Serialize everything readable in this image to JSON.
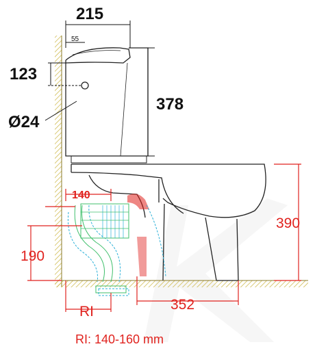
{
  "dimensions": {
    "tank_width": "215",
    "lid_offset": "55",
    "inlet_height": "123",
    "inlet_diameter": "Ø24",
    "total_height": "378",
    "wall_distance": "140",
    "outlet_height": "190",
    "seat_height": "390",
    "outlet_distance": "352",
    "roughing_in": "RI"
  },
  "footer": {
    "note": "RI: 140-160 mm"
  },
  "colors": {
    "dimension_red": "#e0221e",
    "dimension_black": "#111111",
    "floor_hatch": "#d7c45a",
    "pipe_green": "#3fbf6b",
    "pipe_cyan": "#2ab0d8"
  }
}
